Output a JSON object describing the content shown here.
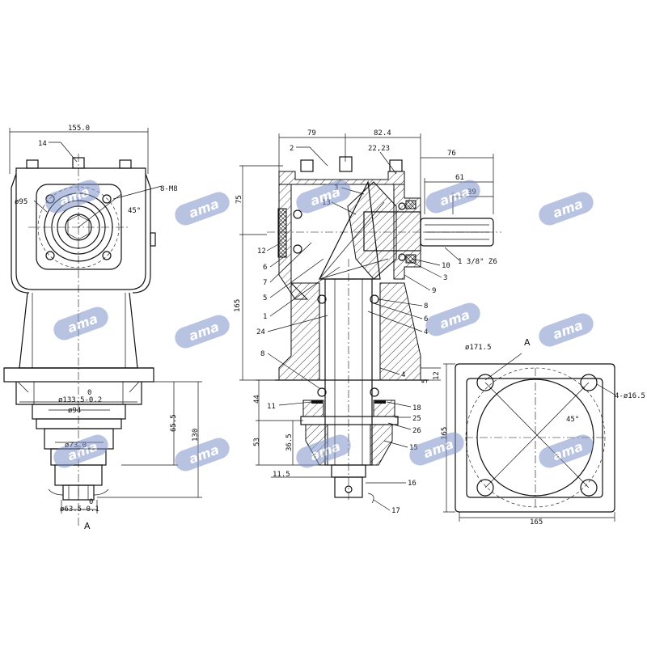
{
  "watermark": {
    "text": "ama",
    "color": "#7f93c9"
  },
  "left_view": {
    "dims": {
      "width_top": "155.0",
      "thread": "8-M8",
      "bolt_circle": "ø95",
      "angle": "45°",
      "d1": "ø133.5-0.2",
      "d1_tol": "0",
      "d2": "ø94",
      "d3": "ø73.0",
      "d4": "ø63.5-0.1",
      "d4_tol": "0",
      "h1": "65.5",
      "h2": "130"
    },
    "parts": {
      "p14": "14"
    },
    "section_mark": "A"
  },
  "section_view": {
    "dims": {
      "w_left": "79",
      "w_right": "82.4",
      "h_top": "75",
      "h_total": "165",
      "shaft_76": "76",
      "shaft_61": "61",
      "shaft_39": "39",
      "spline": "1 3/8\" Z6",
      "d_44": "44",
      "d_53": "53",
      "d_365": "36.5",
      "d_115": "11.5",
      "d_12": "12",
      "d_5": "5"
    },
    "parts": {
      "p1": "1",
      "p2": "2",
      "p2223": "22,23",
      "p3a": "3",
      "p3b": "3",
      "p4a": "4",
      "p4b": "4",
      "p5": "5",
      "p6a": "6",
      "p6b": "6",
      "p7": "7",
      "p8a": "8",
      "p8b": "8",
      "p9": "9",
      "p10": "10",
      "p11": "11",
      "p12": "12",
      "p13": "13",
      "p15": "15",
      "p16": "16",
      "p17": "17",
      "p18": "18",
      "p24": "24",
      "p25": "25",
      "p26": "26"
    }
  },
  "flange_view": {
    "title": "A",
    "dims": {
      "bolt_circle": "ø171.5",
      "holes": "4-ø16.5",
      "angle": "45°",
      "width": "165",
      "height": "165"
    }
  }
}
